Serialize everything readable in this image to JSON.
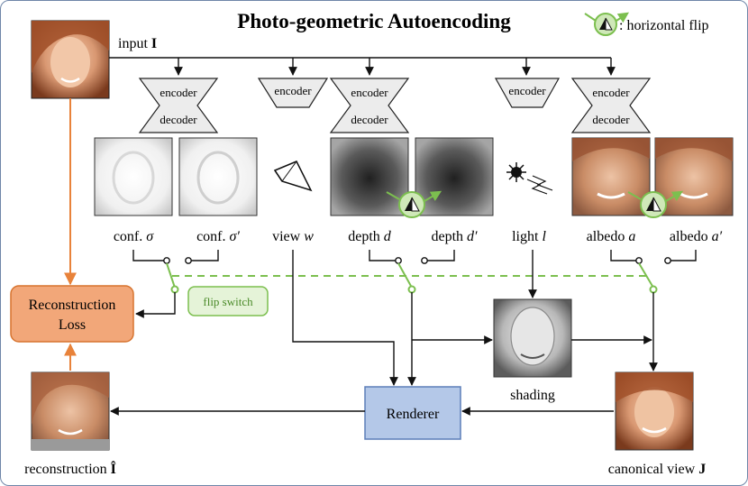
{
  "title": "Photo-geometric Autoencoding",
  "legend": {
    "text": ": horizontal flip",
    "icon": "horizontal-flip-icon"
  },
  "input_label": {
    "prefix": "input ",
    "symbol": "I"
  },
  "networks": {
    "encoder": "encoder",
    "decoder": "decoder"
  },
  "outputs": {
    "conf": {
      "prefix": "conf. ",
      "symbol": "σ"
    },
    "conf_flip": {
      "prefix": "conf. ",
      "symbol": "σ′"
    },
    "view": {
      "prefix": "view ",
      "symbol": "w"
    },
    "depth": {
      "prefix": "depth ",
      "symbol": "d"
    },
    "depth_flip": {
      "prefix": "depth ",
      "symbol": "d′"
    },
    "light": {
      "prefix": "light ",
      "symbol": "l"
    },
    "albedo": {
      "prefix": "albedo ",
      "symbol": "a"
    },
    "albedo_flip": {
      "prefix": "albedo ",
      "symbol": "a′"
    }
  },
  "flip_switch": "flip switch",
  "recon_loss": {
    "line1": "Reconstruction",
    "line2": "Loss"
  },
  "renderer": "Renderer",
  "shading": "shading",
  "reconstruction": {
    "prefix": "reconstruction ",
    "symbol": "Î"
  },
  "canonical": {
    "prefix": "canonical view ",
    "symbol": "J"
  },
  "colors": {
    "arrow": "#111111",
    "orange_arrow": "#e8823a",
    "green": "#7cbf4f",
    "loss_fill": "#f2a779",
    "loss_stroke": "#d7742f",
    "renderer_fill": "#b4c8e8",
    "renderer_stroke": "#5d7fb8",
    "net_fill": "#ececec",
    "frame": "#6f86a8"
  }
}
